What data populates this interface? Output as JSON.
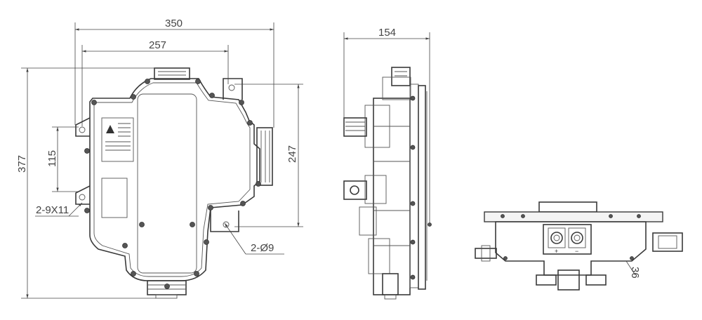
{
  "dimensions": {
    "width_overall": "350",
    "width_mount": "257",
    "height_overall": "377",
    "height_mount": "247",
    "slot_pitch": "115",
    "slot_spec": "2-9X11",
    "hole_spec": "2-Ø9",
    "side_depth": "154",
    "bottom_detail": "36"
  },
  "terminals": {
    "positive": "+",
    "negative": "−"
  }
}
